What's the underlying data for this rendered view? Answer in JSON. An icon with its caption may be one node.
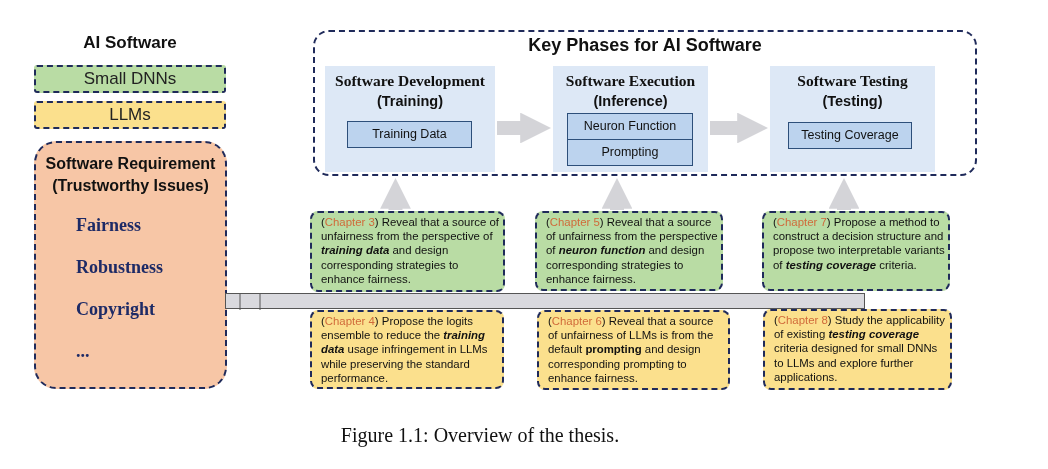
{
  "diagram": {
    "caption": "Figure 1.1: Overview of the thesis.",
    "nodes": [
      {
        "text": [
          "Small DNNs"
        ]
      },
      {
        "text": [
          "LLMs"
        ]
      },
      {
        "text": [
          "Software Requirement (Trustworthy Issues)",
          "Fairness",
          "Robustness",
          "Copyright",
          "..."
        ]
      },
      {
        "text": [
          "Key Phases for AI Software"
        ]
      },
      {
        "text": [
          "Software Development",
          "(Training)"
        ],
        "in": 3
      },
      {
        "text": [
          "Training Data"
        ],
        "in": 4
      },
      {
        "text": [
          "Software Execution",
          "(Inference)"
        ],
        "in": 3
      },
      {
        "text": [
          "Neuron Function"
        ],
        "in": 6
      },
      {
        "text": [
          "Prompting"
        ],
        "in": 6
      },
      {
        "text": [
          "Software Testing",
          "(Testing)"
        ],
        "in": 3
      },
      {
        "text": [
          "Testing Coverage"
        ],
        "in": 9
      },
      {
        "text": [
          "(Chapter 3) Reveal that a source of unfairness from the perspective of *training data* and design corresponding strategies to enhance fairness."
        ]
      },
      {
        "text": [
          "(Chapter 4) Propose the logits ensemble to reduce the *training data* usage infringement in LLMs while preserving the standard performance."
        ]
      },
      {
        "text": [
          "(Chapter 5) Reveal that a source of unfairness from the perspective of *neuron function* and design corresponding strategies to enhance fairness."
        ]
      },
      {
        "text": [
          "(Chapter 6) Reveal that a source of unfairness of LLMs is from the default **prompting** and design corresponding prompting to enhance fairness."
        ]
      },
      {
        "text": [
          "(Chapter 7) Propose a method to construct a decision structure and propose two interpretable variants of *testing coverage* criteria."
        ]
      },
      {
        "text": [
          "(Chapter 8) Study the applicability of existing *testing coverage* criteria designed for small DNNs to LLMs and explore further applications."
        ]
      },
      {
        "text": [],
        "shape": "bar"
      }
    ],
    "edges": [
      {
        "from": 4,
        "to": 6,
        "arrow": "to"
      },
      {
        "from": 6,
        "to": 9,
        "arrow": "to"
      },
      {
        "from": 11,
        "to": 4,
        "arrow": "to"
      },
      {
        "from": 13,
        "to": 6,
        "arrow": "to"
      },
      {
        "from": 15,
        "to": 9,
        "arrow": "to"
      }
    ],
    "labels": [
      "AI Software"
    ]
  }
}
